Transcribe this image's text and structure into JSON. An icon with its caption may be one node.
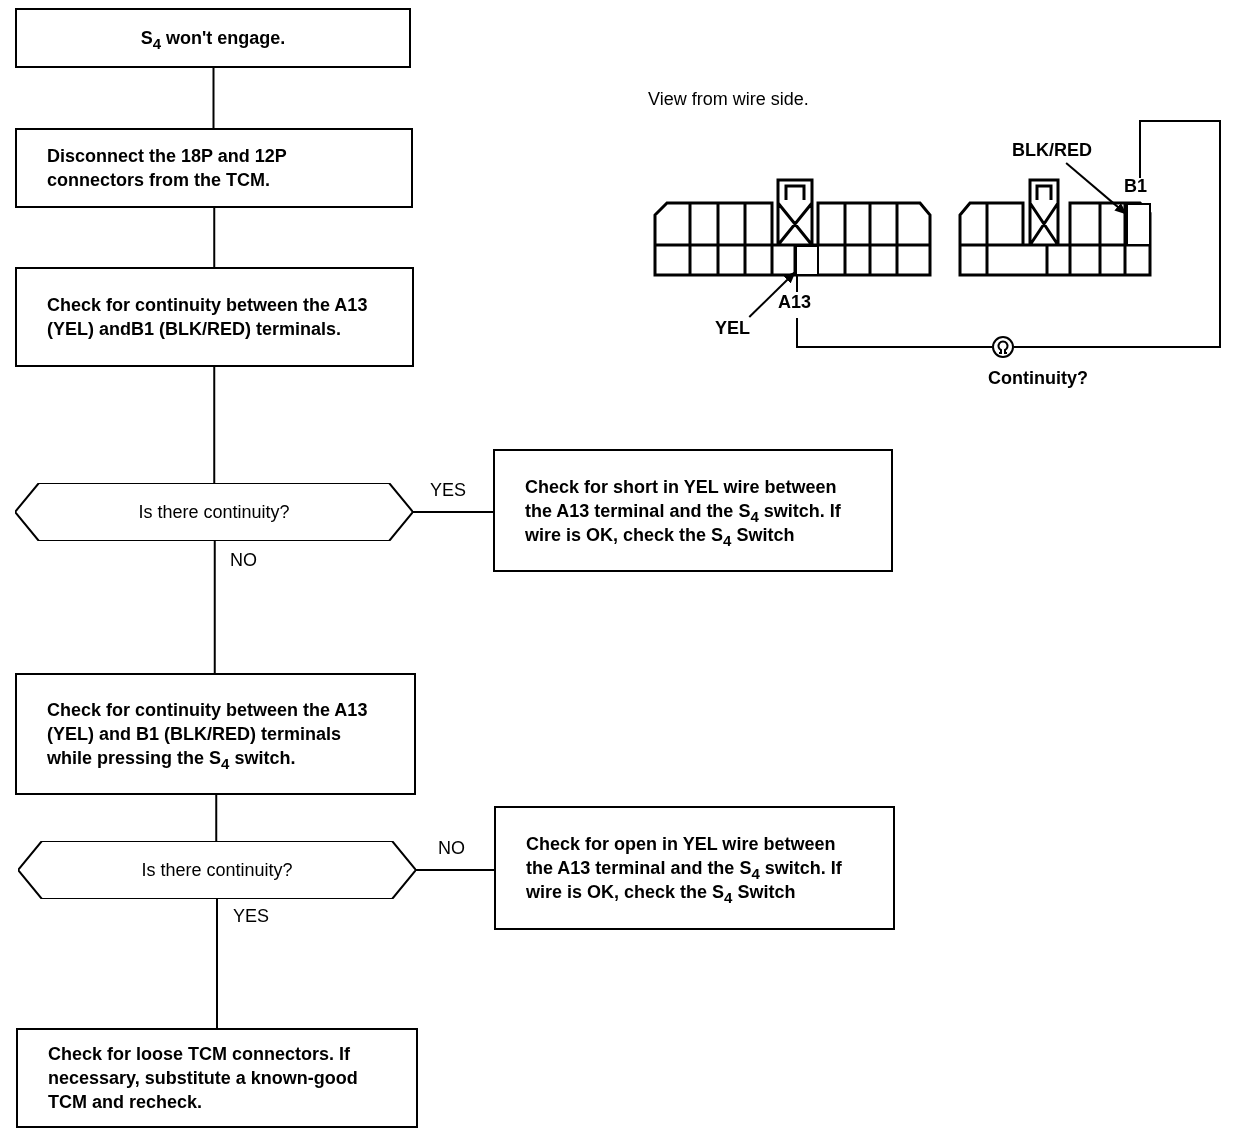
{
  "diagram": {
    "nodes": [
      {
        "text": [
          "S$_{4}$ won't engage."
        ]
      },
      {
        "text": [
          "Disconnect the 18P and 12P connectors from the TCM."
        ]
      },
      {
        "text": [
          "Check for continuity between the A13 (YEL) andB1 (BLK/RED) terminals."
        ]
      },
      {
        "text": [
          "Is there continuity?"
        ]
      },
      {
        "text": [
          "Check for short in YEL wire between the A13 terminal and the S$_{4}$ switch. If wire is OK, check the S$_{4}$ Switch"
        ]
      },
      {
        "text": [
          "Check for continuity between the A13 (YEL) and B1 (BLK/RED) terminals while pressing the S$_{4}$ switch."
        ]
      },
      {
        "text": [
          "Is there continuity?"
        ]
      },
      {
        "text": [
          "Check for open in YEL wire between the A13 terminal and the S$_{4}$ switch. If wire is OK, check the S$_{4}$ Switch"
        ]
      },
      {
        "text": [
          "Check for loose TCM connectors. If necessary, substitute a known-good TCM and recheck."
        ]
      },
      {
        "text": [
          "BLK/RED"
        ]
      },
      {
        "text": [],
        "shape": "box"
      },
      {
        "text": [
          "YEL"
        ]
      },
      {
        "text": [],
        "shape": "box"
      }
    ],
    "edges": [
      {
        "from": 0,
        "to": 1,
        "arrow": "none"
      },
      {
        "from": 1,
        "to": 2,
        "arrow": "none"
      },
      {
        "from": 2,
        "to": 3,
        "arrow": "none"
      },
      {
        "from": 3,
        "to": 4,
        "arrow": "none",
        "label": "YES"
      },
      {
        "from": 3,
        "to": 5,
        "arrow": "none",
        "label": "NO"
      },
      {
        "from": 5,
        "to": 6,
        "arrow": "none"
      },
      {
        "from": 6,
        "to": 7,
        "arrow": "none",
        "label": "NO"
      },
      {
        "from": 6,
        "to": 8,
        "arrow": "none",
        "label": "YES"
      },
      {
        "from": 9,
        "to": 10,
        "arrow": "to"
      },
      {
        "from": 11,
        "to": 12,
        "arrow": "to"
      }
    ],
    "labels": [
      "View from wire side.",
      "B1",
      "A13",
      "Continuity?"
    ]
  }
}
